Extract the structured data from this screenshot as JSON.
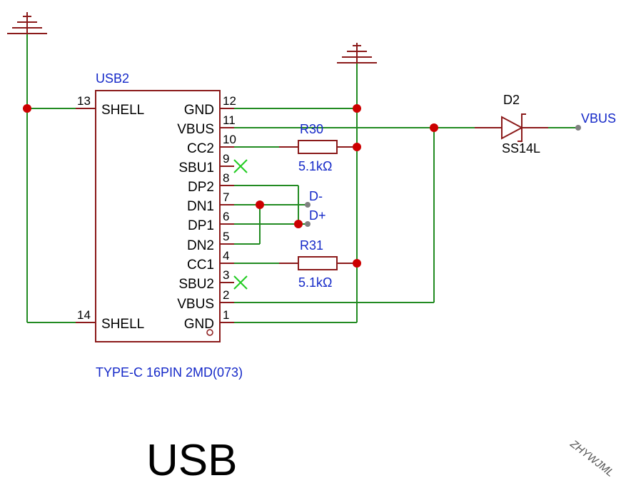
{
  "component": {
    "designator": "USB2",
    "part": "TYPE-C 16PIN 2MD(073)",
    "left_pins": [
      {
        "num": "13",
        "name": "SHELL"
      },
      {
        "num": "14",
        "name": "SHELL"
      }
    ],
    "right_pins": [
      {
        "num": "12",
        "name": "GND"
      },
      {
        "num": "11",
        "name": "VBUS"
      },
      {
        "num": "10",
        "name": "CC2"
      },
      {
        "num": "9",
        "name": "SBU1"
      },
      {
        "num": "8",
        "name": "DP2"
      },
      {
        "num": "7",
        "name": "DN1"
      },
      {
        "num": "6",
        "name": "DP1"
      },
      {
        "num": "5",
        "name": "DN2"
      },
      {
        "num": "4",
        "name": "CC1"
      },
      {
        "num": "3",
        "name": "SBU2"
      },
      {
        "num": "2",
        "name": "VBUS"
      },
      {
        "num": "1",
        "name": "GND"
      }
    ]
  },
  "resistors": [
    {
      "designator": "R30",
      "value": "5.1kΩ"
    },
    {
      "designator": "R31",
      "value": "5.1kΩ"
    }
  ],
  "diode": {
    "designator": "D2",
    "part": "SS14L"
  },
  "net_labels": {
    "vbus": "VBUS",
    "dminus": "D-",
    "dplus": "D+"
  },
  "title": "USB",
  "watermark": "ZHYWJML",
  "colors": {
    "wire": "#228B22",
    "component": "#8B1A1A",
    "junction": "#CC0000",
    "label": "#1428C8",
    "text": "#000000",
    "noconnect": "#22CC22",
    "netport": "#808080"
  }
}
